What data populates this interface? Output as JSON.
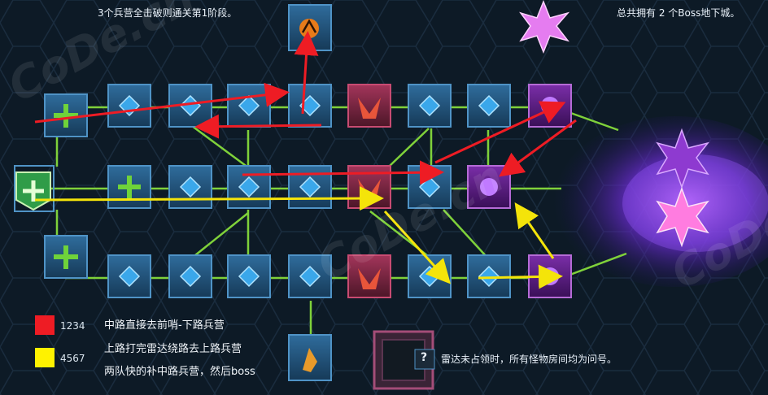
{
  "captions": {
    "top_left": "3个兵营全击破则通关第1阶段。",
    "top_right": "总共拥有 2 个Boss地下城。",
    "radar_note": "雷达未占领时，所有怪物房间均为问号。",
    "question_mark": "?"
  },
  "legend": [
    {
      "color": "#ee1c24",
      "number": "1234",
      "description": "中路直接去前哨-下路兵营"
    },
    {
      "color": "#fff200",
      "number": "4567",
      "description": "上路打完雷达绕路去上路兵营",
      "description2": "两队快的补中路兵营，然后boss"
    }
  ],
  "watermark": "CoDe.cn",
  "colors": {
    "link": "#7fd13a",
    "route_red": "#ee1c24",
    "route_yellow": "#f4e40a",
    "room_blue": "#2c5d86",
    "room_red": "#8c2c46",
    "room_boss": "#8a2fa8"
  }
}
